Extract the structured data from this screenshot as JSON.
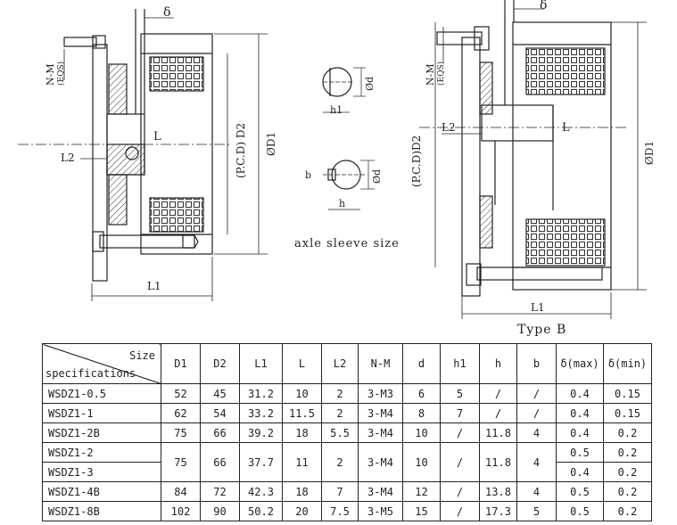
{
  "drawing_labels": {
    "delta_a": "δ",
    "delta_b": "δ",
    "nm_a": "N-M",
    "eqs_a": "(EQS)",
    "nm_b": "N-M",
    "eqs_b": "(EQS)",
    "pcd_d2_a": "(P.C.D) D2",
    "pcd_d2_b": "(P.C.D)D2",
    "od1_a": "ØD1",
    "od1_b": "ØD1",
    "l_a": "L",
    "l2_a": "L2",
    "l1_a": "L1",
    "l_b": "L",
    "l2_b": "L2",
    "l1_b": "L1",
    "od_top": "Ød",
    "h1": "h1",
    "b": "b",
    "od_bottom": "Ød",
    "h": "h",
    "axle_sleeve_caption": "axle sleeve size",
    "type_b_caption": "Type B"
  },
  "table": {
    "corner_top": "Size",
    "corner_bottom": "specifications",
    "headers": [
      "D1",
      "D2",
      "L1",
      "L",
      "L2",
      "N-M",
      "d",
      "h1",
      "h",
      "b",
      "δ(max)",
      "δ(min)"
    ],
    "rows": [
      {
        "spec": "WSDZ1-0.5",
        "D1": "52",
        "D2": "45",
        "L1": "31.2",
        "L": "10",
        "L2": "2",
        "NM": "3-M3",
        "d": "6",
        "h1": "5",
        "h": "/",
        "b": "/",
        "dmax": "0.4",
        "dmin": "0.15"
      },
      {
        "spec": "WSDZ1-1",
        "D1": "62",
        "D2": "54",
        "L1": "33.2",
        "L": "11.5",
        "L2": "2",
        "NM": "3-M4",
        "d": "8",
        "h1": "7",
        "h": "/",
        "b": "/",
        "dmax": "0.4",
        "dmin": "0.15"
      },
      {
        "spec": "WSDZ1-2B",
        "D1": "75",
        "D2": "66",
        "L1": "39.2",
        "L": "18",
        "L2": "5.5",
        "NM": "3-M4",
        "d": "10",
        "h1": "/",
        "h": "11.8",
        "b": "4",
        "dmax": "0.4",
        "dmin": "0.2"
      },
      {
        "spec": "WSDZ1-2",
        "spec2": "WSDZ1-3",
        "D1": "75",
        "D2": "66",
        "L1": "37.7",
        "L": "11",
        "L2": "2",
        "NM": "3-M4",
        "d": "10",
        "h1": "/",
        "h": "11.8",
        "b": "4",
        "dmax": "0.5",
        "dmin": "0.2",
        "dmax2": "0.4",
        "dmin2": "0.2"
      },
      {
        "spec": "WSDZ1-4B",
        "D1": "84",
        "D2": "72",
        "L1": "42.3",
        "L": "18",
        "L2": "7",
        "NM": "3-M4",
        "d": "12",
        "h1": "/",
        "h": "13.8",
        "b": "4",
        "dmax": "0.5",
        "dmin": "0.2"
      },
      {
        "spec": "WSDZ1-8B",
        "D1": "102",
        "D2": "90",
        "L1": "50.2",
        "L": "20",
        "L2": "7.5",
        "NM": "3-M5",
        "d": "15",
        "h1": "/",
        "h": "17.3",
        "b": "5",
        "dmax": "0.5",
        "dmin": "0.2"
      }
    ]
  }
}
